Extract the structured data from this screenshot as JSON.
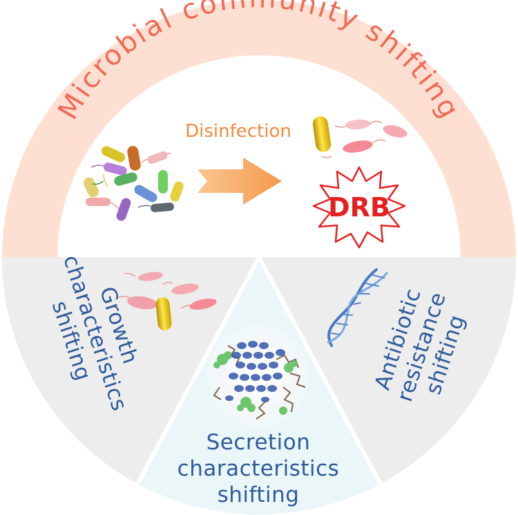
{
  "diagram": {
    "outer_title": "Microbial community shifting",
    "disinfection_label": "Disinfection",
    "drb_label": "DRB",
    "growth_label": [
      "Growth",
      "characteristics",
      "shifting"
    ],
    "secretion_label": [
      "Secretion",
      "characteristics",
      "shifting"
    ],
    "antibiotic_label": [
      "Antibiotic",
      "resistance",
      "shifting"
    ]
  },
  "colors": {
    "outer_ring": "#fde0d2",
    "lower_section": "#ededed",
    "triangle": "#eaf6f8",
    "title_text": "#f06a55",
    "label_text": "#2f5b9c",
    "arrow": "#f6a05a",
    "disinfection_text": "#f08a3c",
    "drb_text": "#e62020"
  }
}
